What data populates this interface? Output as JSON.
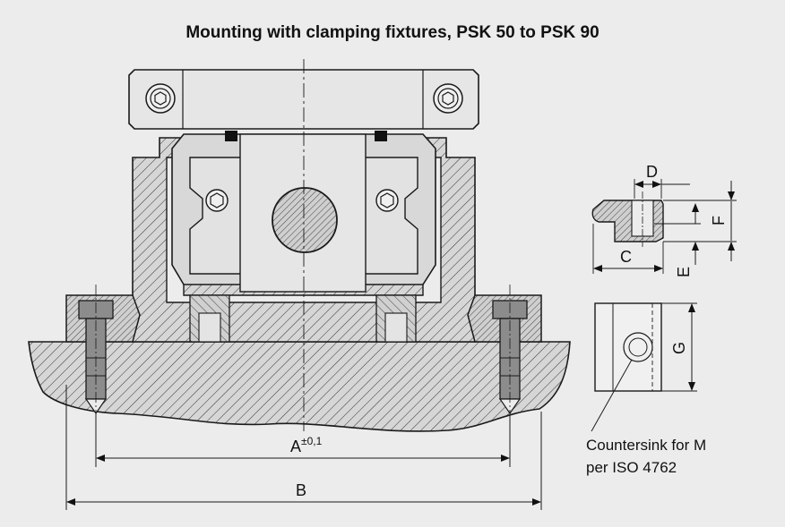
{
  "title": "Mounting with clamping fixtures, PSK 50 to PSK 90",
  "dimensions": {
    "A": "A",
    "A_tolerance": "±0,1",
    "B": "B",
    "C": "C",
    "D": "D",
    "E": "E",
    "F": "F",
    "G": "G"
  },
  "note": {
    "line1": "Countersink for M",
    "line2": "per ISO 4762"
  },
  "colors": {
    "background": "#ececec",
    "metal_fill": "#d4d4d4",
    "bolt_fill": "#8c8c8c",
    "line": "#1a1a1a"
  }
}
